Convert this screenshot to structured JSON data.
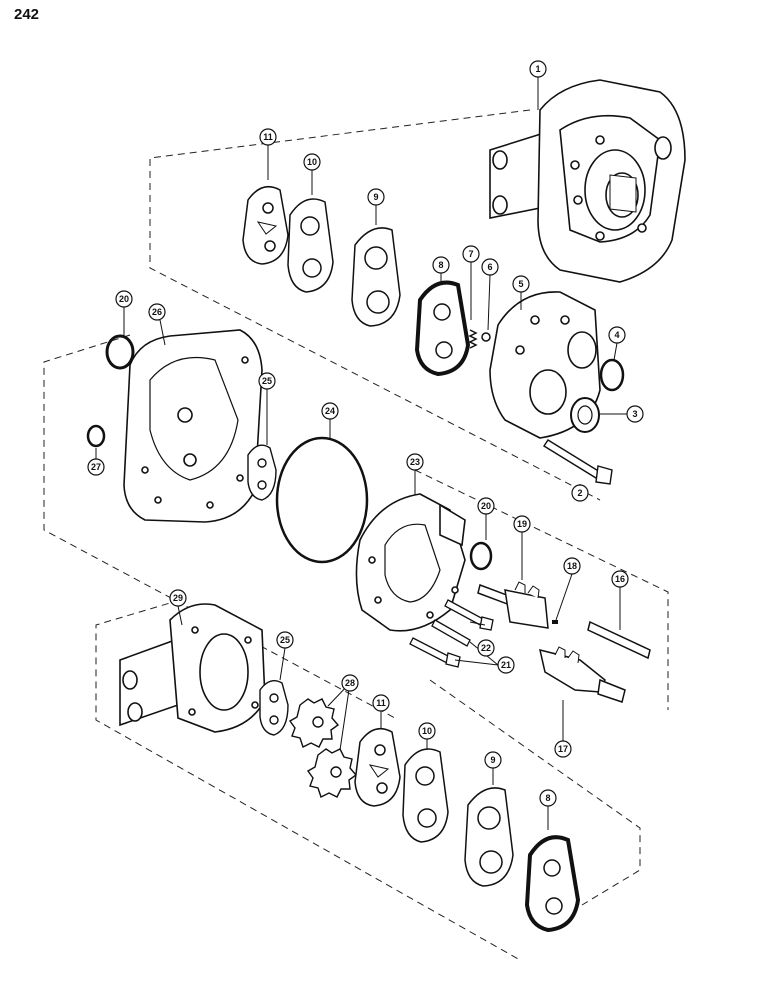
{
  "page_number": "242",
  "callouts": [
    {
      "label": "1"
    },
    {
      "label": "11"
    },
    {
      "label": "10"
    },
    {
      "label": "9"
    },
    {
      "label": "8"
    },
    {
      "label": "7"
    },
    {
      "label": "6"
    },
    {
      "label": "5"
    },
    {
      "label": "4"
    },
    {
      "label": "3"
    },
    {
      "label": "2"
    },
    {
      "label": "20"
    },
    {
      "label": "26"
    },
    {
      "label": "25"
    },
    {
      "label": "24"
    },
    {
      "label": "27"
    },
    {
      "label": "23"
    },
    {
      "label": "20"
    },
    {
      "label": "19"
    },
    {
      "label": "18"
    },
    {
      "label": "16"
    },
    {
      "label": "22"
    },
    {
      "label": "21"
    },
    {
      "label": "17"
    },
    {
      "label": "29"
    },
    {
      "label": "25"
    },
    {
      "label": "28"
    },
    {
      "label": "11"
    },
    {
      "label": "10"
    },
    {
      "label": "9"
    },
    {
      "label": "8"
    }
  ]
}
